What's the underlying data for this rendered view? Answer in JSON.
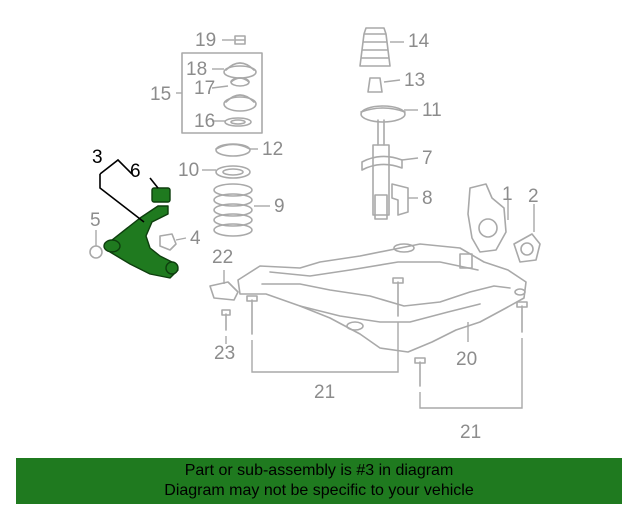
{
  "colors": {
    "highlight": "#1f7a1f",
    "part_line": "#a9a9a9",
    "callout_text": "#8c8c8c",
    "selected_text": "#000000"
  },
  "callouts": {
    "c1": "1",
    "c2": "2",
    "c3": "3",
    "c4": "4",
    "c5": "5",
    "c6": "6",
    "c7": "7",
    "c8": "8",
    "c9": "9",
    "c10": "10",
    "c11": "11",
    "c12": "12",
    "c13": "13",
    "c14": "14",
    "c15": "15",
    "c16": "16",
    "c17": "17",
    "c18": "18",
    "c19": "19",
    "c20": "20",
    "c21a": "21",
    "c21b": "21",
    "c22": "22",
    "c23": "23"
  },
  "banner": {
    "line1": "Part or sub-assembly is #3 in diagram",
    "line2": "Diagram may not be specific to your vehicle"
  }
}
